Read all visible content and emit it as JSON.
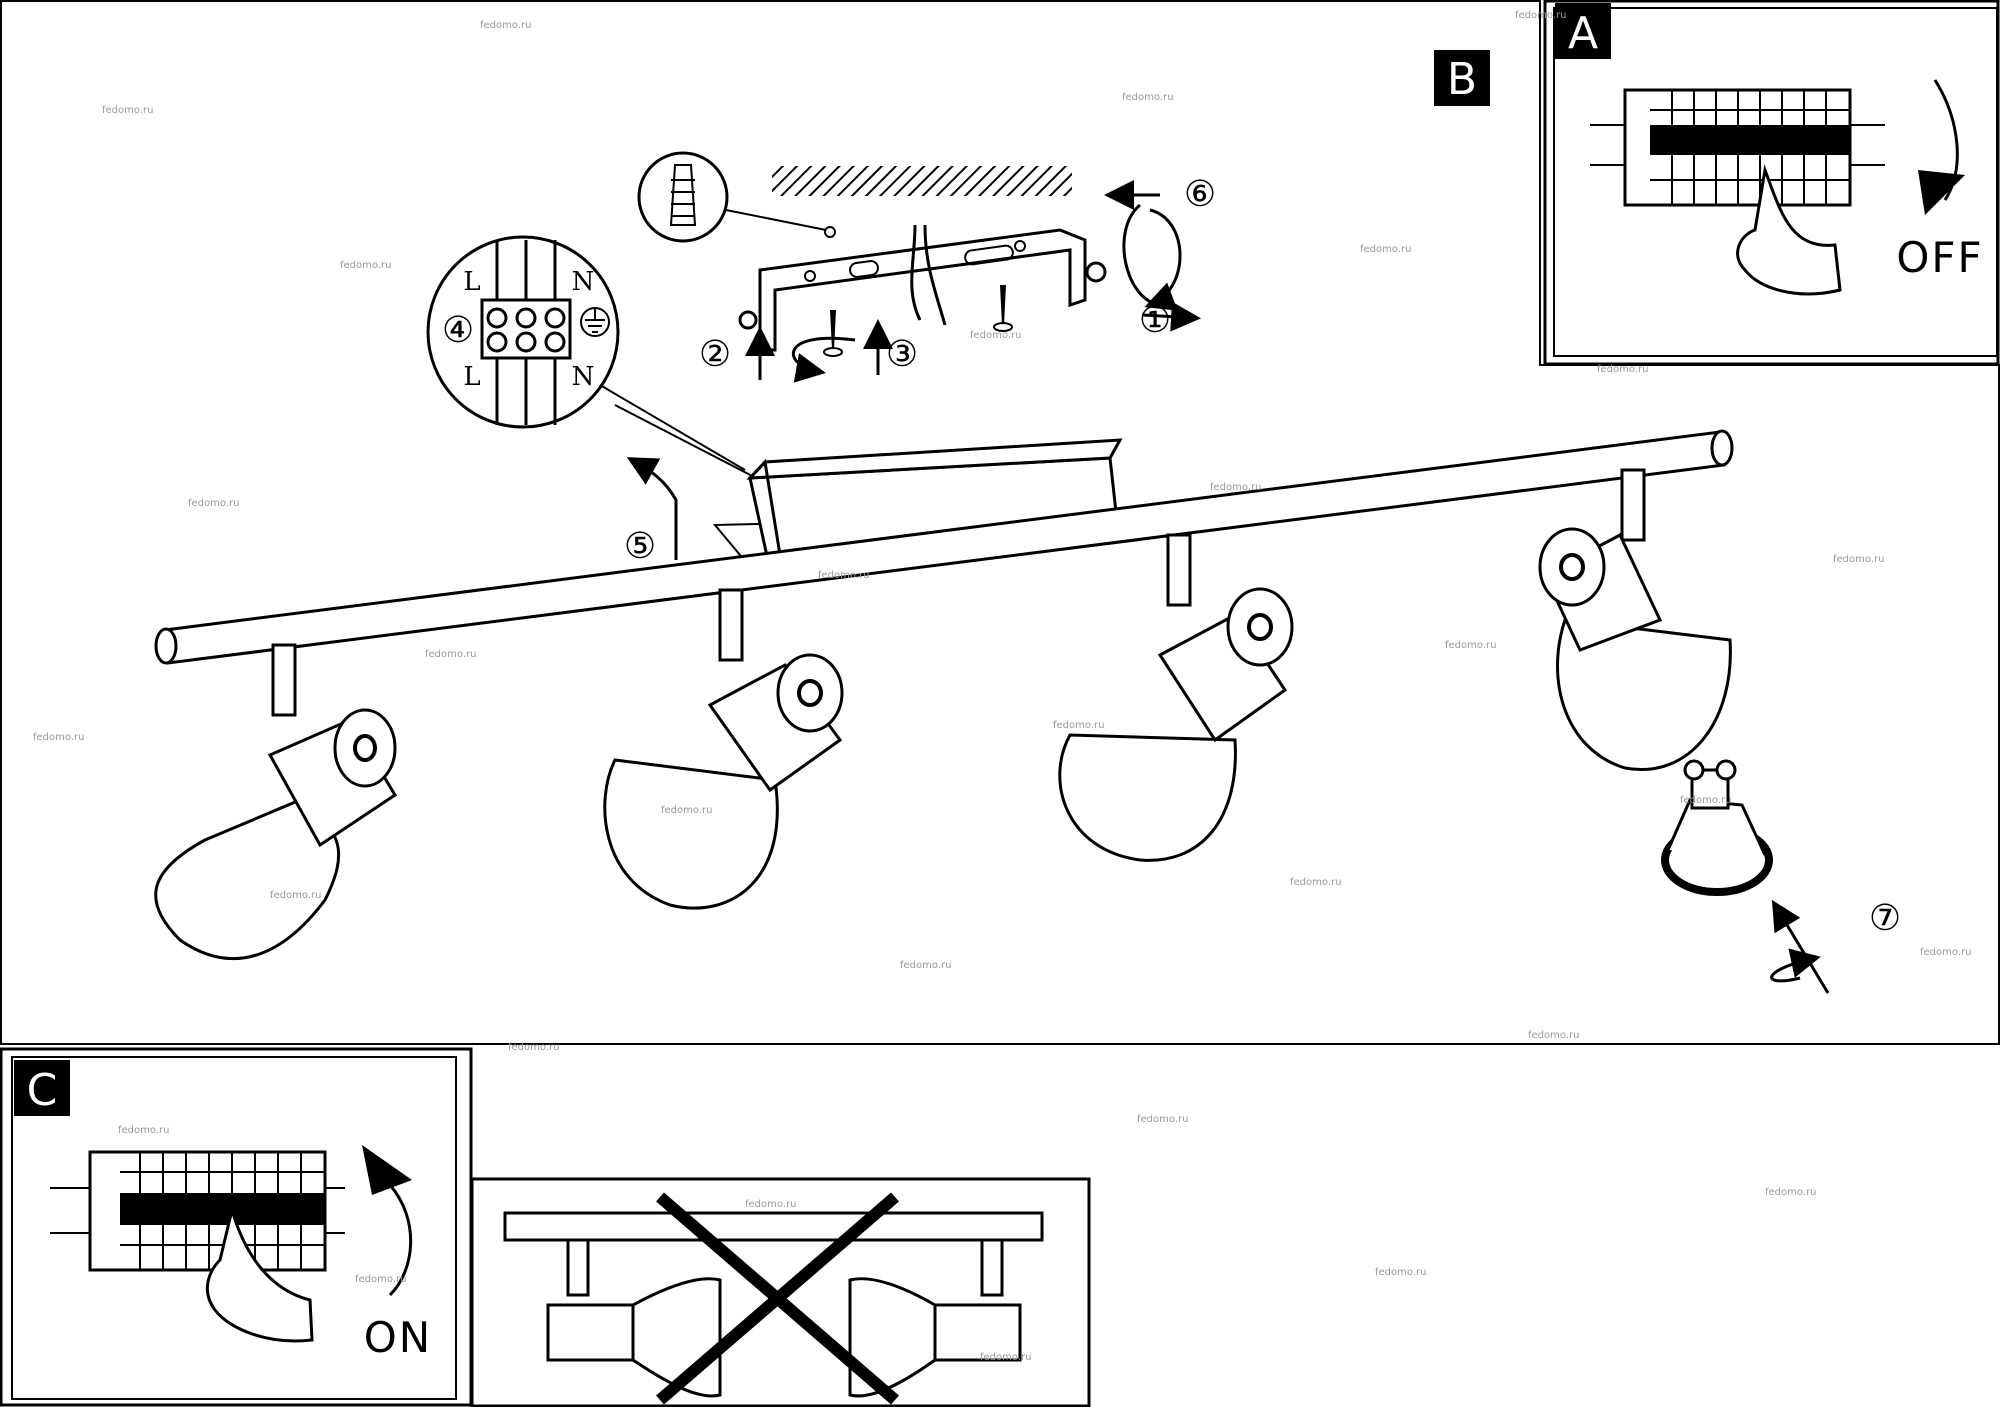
{
  "panels": {
    "a": {
      "letter": "A",
      "state_label": "OFF"
    },
    "b": {
      "letter": "B"
    },
    "c": {
      "letter": "C",
      "state_label": "ON"
    }
  },
  "steps": [
    "①",
    "②",
    "③",
    "④",
    "⑤",
    "⑥",
    "⑦"
  ],
  "terminals": {
    "live_top": "L",
    "neutral_top": "N",
    "live_bottom": "L",
    "neutral_bottom": "N"
  },
  "watermark": "fedomo.ru",
  "colors": {
    "ink": "#000000",
    "paper": "#ffffff"
  }
}
